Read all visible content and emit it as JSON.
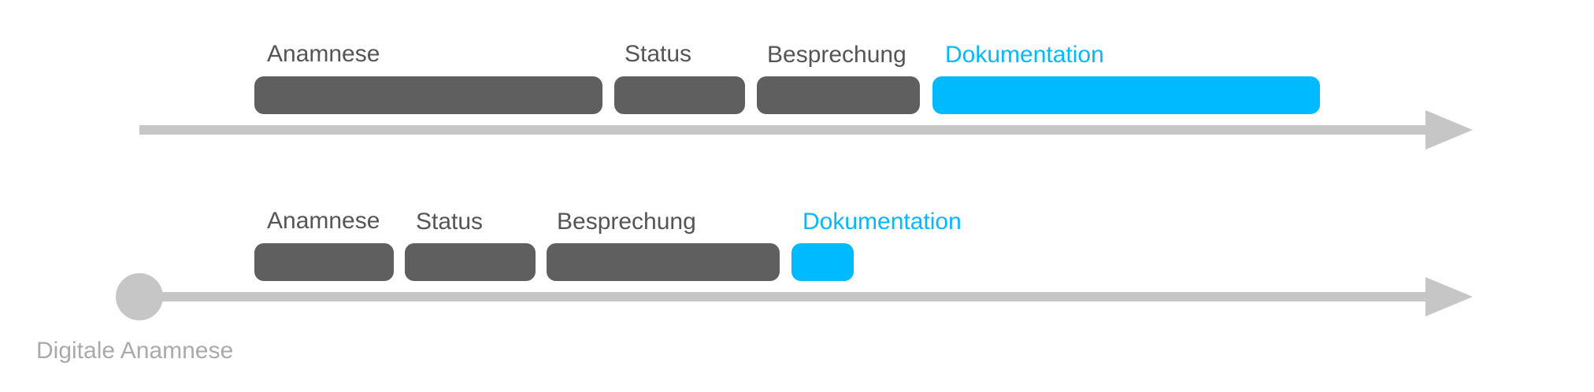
{
  "colors": {
    "phase": "#5f5f5f",
    "highlight": "#00baff",
    "track": "#c6c6c6",
    "label": "#555555",
    "caption": "#aaaaaa"
  },
  "timeline_top": {
    "phases": [
      {
        "label": "Anamnese"
      },
      {
        "label": "Status"
      },
      {
        "label": "Besprechung"
      },
      {
        "label": "Dokumentation"
      }
    ]
  },
  "timeline_bottom": {
    "phases": [
      {
        "label": "Anamnese"
      },
      {
        "label": "Status"
      },
      {
        "label": "Besprechung"
      },
      {
        "label": "Dokumentation"
      }
    ],
    "start_caption": "Digitale Anamnese"
  }
}
